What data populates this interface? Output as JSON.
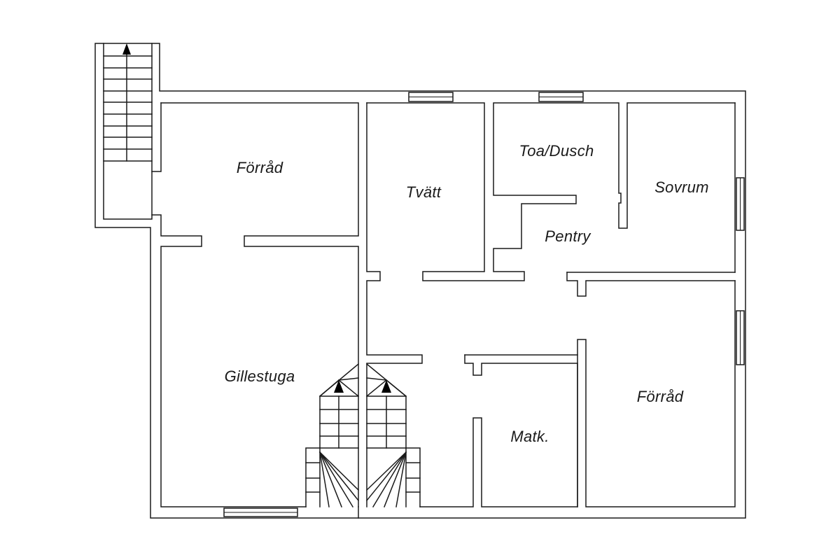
{
  "rooms": [
    {
      "id": "forrad-1",
      "label": "Förråd"
    },
    {
      "id": "tvatt",
      "label": "Tvätt"
    },
    {
      "id": "toa-dusch",
      "label": "Toa/Dusch"
    },
    {
      "id": "sovrum",
      "label": "Sovrum"
    },
    {
      "id": "pentry",
      "label": "Pentry"
    },
    {
      "id": "gillestuga",
      "label": "Gillestuga"
    },
    {
      "id": "forrad-2",
      "label": "Förråd"
    },
    {
      "id": "matk",
      "label": "Matk."
    }
  ],
  "stairs": [
    {
      "id": "exterior-stair",
      "direction": "up"
    },
    {
      "id": "interior-stair-left",
      "direction": "up"
    },
    {
      "id": "interior-stair-right",
      "direction": "up"
    }
  ]
}
